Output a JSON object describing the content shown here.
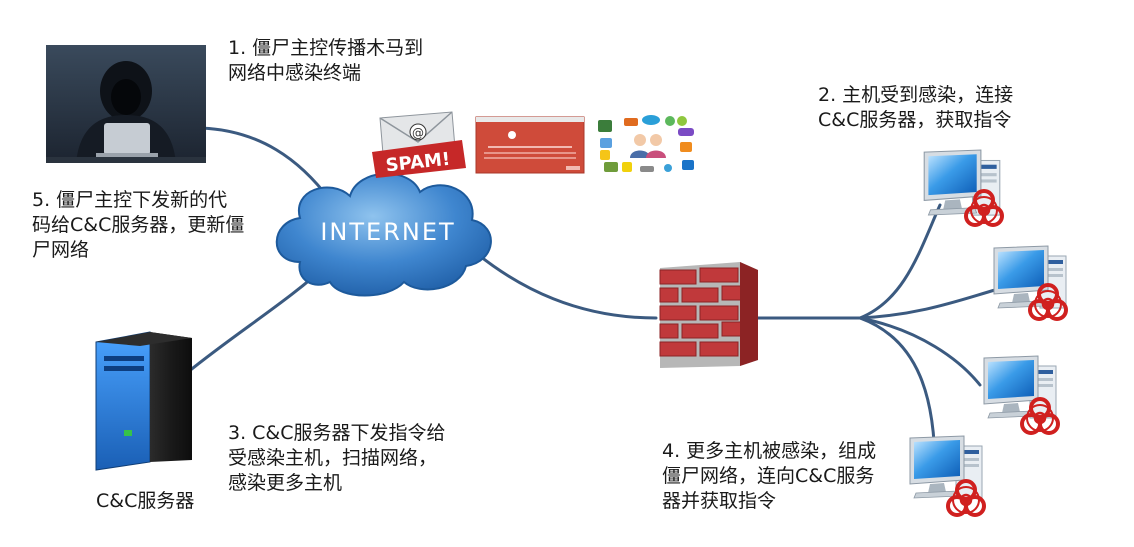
{
  "cloud": {
    "label": "INTERNET"
  },
  "spam_icon": {
    "label": "SPAM!"
  },
  "steps": {
    "step1": {
      "lines": [
        "1. 僵尸主控传播木马到",
        "网络中感染终端"
      ]
    },
    "step2": {
      "lines": [
        "2. 主机受到感染，连接",
        "C&C服务器，获取指令"
      ]
    },
    "step3": {
      "lines": [
        "3. C&C服务器下发指令给",
        "受感染主机，扫描网络，",
        "感染更多主机"
      ]
    },
    "step4": {
      "lines": [
        "4. 更多主机被感染，组成",
        "僵尸网络，连向C&C服务",
        "器并获取指令"
      ]
    },
    "step5": {
      "lines": [
        "5. 僵尸主控下发新的代",
        "码给C&C服务器，更新僵",
        "尸网络"
      ]
    }
  },
  "server": {
    "label": "C&C服务器"
  },
  "colors": {
    "link": "#3b5a80",
    "cloud_dark": "#2a6cb3",
    "cloud_light": "#6fa9e0",
    "firewall_brick": "#c0393b",
    "biohazard": "#d0201f"
  }
}
